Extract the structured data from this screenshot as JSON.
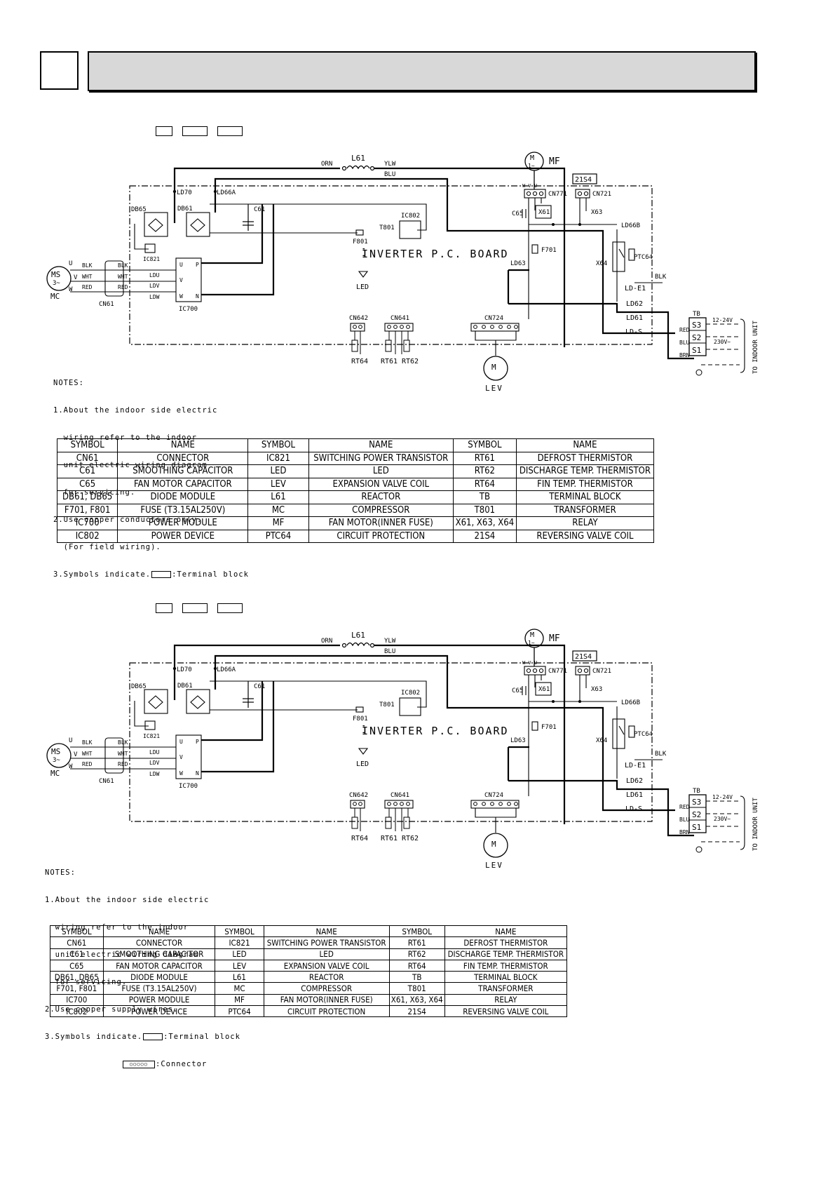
{
  "diagram_1": {
    "board_title": "INVERTER P.C. BOARD",
    "labels": {
      "orn": "ORN",
      "l61": "L61",
      "ylw": "YLW",
      "blu": "BLU",
      "mf": "MF",
      "s21s4": "21S4",
      "ld70": "LD70",
      "ld66a": "LD66A",
      "db65": "DB65",
      "db61": "DB61",
      "c61": "C61",
      "ic802": "IC802",
      "t801": "T801",
      "f801": "F801",
      "ic821": "IC821",
      "cn771": "CN771",
      "cn721": "CN721",
      "c65": "C65",
      "x61": "X61",
      "x63": "X63",
      "ld66b": "LD66B",
      "f701": "F701",
      "ld63": "LD63",
      "x64": "X64",
      "ptc64": "PTC64",
      "blk": "BLK",
      "lde1": "LD-E1",
      "ld62": "LD62",
      "ld61": "LD61",
      "lds": "LD-S",
      "tb": "TB",
      "s3": "S3",
      "s2": "S2",
      "s1": "S1",
      "red": "RED",
      "brn": "BRN",
      "v1224": "12-24V",
      "v230": "230V~",
      "to_indoor": "TO INDOOR UNIT",
      "cn642": "CN642",
      "cn641": "CN641",
      "cn724": "CN724",
      "rt64": "RT64",
      "rt61": "RT61",
      "rt62": "RT62",
      "lev": "LEV",
      "led": "LED",
      "ms": "MS",
      "mc": "MC",
      "cn61": "CN61",
      "ic700": "IC700",
      "u": "U",
      "v": "V",
      "w": "W",
      "wht": "WHT",
      "ldu": "LDU",
      "ldv": "LDV",
      "ldw": "LDW",
      "p": "P",
      "n": "N"
    },
    "notes": [
      "NOTES:",
      "1.About the indoor side electric",
      "  wiring refer to the indoor",
      "  unit electric wiring diagram",
      "  for servicing.",
      "2.Use copper conductors only.",
      "  (For field wiring).",
      "3.Symbols indicate."
    ],
    "notes_terminal": ":Terminal block"
  },
  "diagram_2": {
    "board_title": "INVERTER P.C. BOARD",
    "notes": [
      "NOTES:",
      "1.About the indoor side electric",
      "  wiring refer to the indoor",
      "  unit electric wiring diagram",
      "  for servicing.",
      "2.Use copper supply wires.",
      "3.Symbols indicate."
    ],
    "notes_terminal": ":Terminal block",
    "notes_connector": ":Connector"
  },
  "table_header": [
    "SYMBOL",
    "NAME",
    "SYMBOL",
    "NAME",
    "SYMBOL",
    "NAME"
  ],
  "table_1_rows": [
    [
      "CN61",
      "CONNECTOR",
      "IC821",
      "SWITCHING POWER TRANSISTOR",
      "RT61",
      "DEFROST THERMISTOR"
    ],
    [
      "C61",
      "SMOOTHING CAPACITOR",
      "LED",
      "LED",
      "RT62",
      "DISCHARGE TEMP. THERMISTOR"
    ],
    [
      "C65",
      "FAN MOTOR CAPACITOR",
      "LEV",
      "EXPANSION VALVE COIL",
      "RT64",
      "FIN TEMP. THERMISTOR"
    ],
    [
      "DB61, DB65",
      "DIODE MODULE",
      "L61",
      "REACTOR",
      "TB",
      "TERMINAL BLOCK"
    ],
    [
      "F701, F801",
      "FUSE (T3.15AL250V)",
      "MC",
      "COMPRESSOR",
      "T801",
      "TRANSFORMER"
    ],
    [
      "IC700",
      "POWER MODULE",
      "MF",
      "FAN MOTOR(INNER FUSE)",
      "X61, X63, X64",
      "RELAY"
    ],
    [
      "IC802",
      "POWER DEVICE",
      "PTC64",
      "CIRCUIT PROTECTION",
      "21S4",
      "REVERSING VALVE COIL"
    ]
  ],
  "table_2_rows": [
    [
      "CN61",
      "CONNECTOR",
      "IC821",
      "SWITCHING POWER TRANSISTOR",
      "RT61",
      "DEFROST THERMISTOR"
    ],
    [
      "C61",
      "SMOOTHING CAPACITOR",
      "LED",
      "LED",
      "RT62",
      "DISCHARGE TEMP. THERMISTOR"
    ],
    [
      "C65",
      "FAN MOTOR CAPACITOR",
      "LEV",
      "EXPANSION VALVE COIL",
      "RT64",
      "FIN TEMP. THERMISTOR"
    ],
    [
      "DB61, DB65",
      "DIODE MODULE",
      "L61",
      "REACTOR",
      "TB",
      "TERMINAL BLOCK"
    ],
    [
      "F701, F801",
      "FUSE (T3.15AL250V)",
      "MC",
      "COMPRESSOR",
      "T801",
      "TRANSFORMER"
    ],
    [
      "IC700",
      "POWER MODULE",
      "MF",
      "FAN MOTOR(INNER FUSE)",
      "X61, X63, X64",
      "RELAY"
    ],
    [
      "IC802",
      "POWER DEVICE",
      "PTC64",
      "CIRCUIT PROTECTION",
      "21S4",
      "REVERSING VALVE COIL"
    ]
  ]
}
